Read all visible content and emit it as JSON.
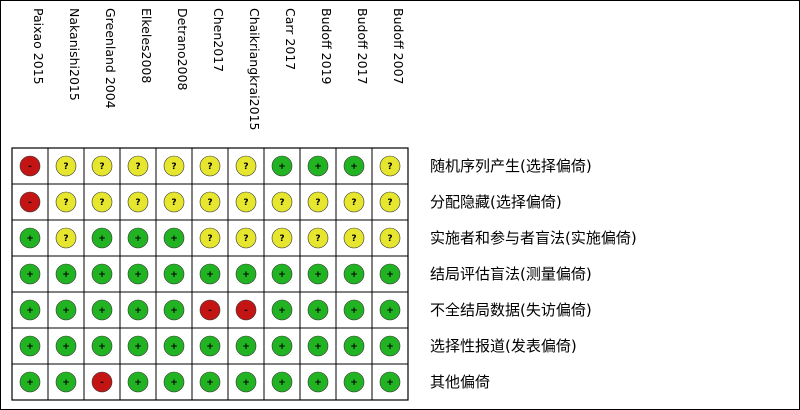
{
  "chart_data": {
    "type": "table",
    "studies": [
      "Paixao 2015",
      "Nakanishi2015",
      "Greenland 2004",
      "Elkeles2008",
      "Detrano2008",
      "Chen2017",
      "Chaikriangkrai2015",
      "Carr 2017",
      "Budoff 2019",
      "Budoff 2017",
      "Budoff 2007"
    ],
    "domains": [
      "随机序列产生(选择偏倚)",
      "分配隐藏(选择偏倚)",
      "实施者和参与者盲法(实施偏倚)",
      "结局评估盲法(测量偏倚)",
      "不全结局数据(失访偏倚)",
      "选择性报道(发表偏倚)",
      "其他偏倚"
    ],
    "judgements": [
      [
        "high",
        "unclear",
        "unclear",
        "unclear",
        "unclear",
        "unclear",
        "unclear",
        "low",
        "low",
        "low",
        "unclear"
      ],
      [
        "high",
        "unclear",
        "unclear",
        "unclear",
        "unclear",
        "unclear",
        "unclear",
        "unclear",
        "unclear",
        "unclear",
        "unclear"
      ],
      [
        "low",
        "unclear",
        "low",
        "low",
        "low",
        "unclear",
        "unclear",
        "unclear",
        "unclear",
        "unclear",
        "unclear"
      ],
      [
        "low",
        "low",
        "low",
        "low",
        "low",
        "low",
        "low",
        "low",
        "low",
        "low",
        "low"
      ],
      [
        "low",
        "low",
        "low",
        "low",
        "low",
        "high",
        "high",
        "low",
        "low",
        "low",
        "low"
      ],
      [
        "low",
        "low",
        "low",
        "low",
        "low",
        "low",
        "low",
        "low",
        "low",
        "low",
        "low"
      ],
      [
        "low",
        "low",
        "high",
        "low",
        "low",
        "low",
        "low",
        "low",
        "low",
        "low",
        "low"
      ]
    ],
    "symbols": {
      "low": "+",
      "unclear": "?",
      "high": "-"
    },
    "colors": {
      "low": "#22b322",
      "unclear": "#e6e62e",
      "high": "#c41515"
    }
  }
}
